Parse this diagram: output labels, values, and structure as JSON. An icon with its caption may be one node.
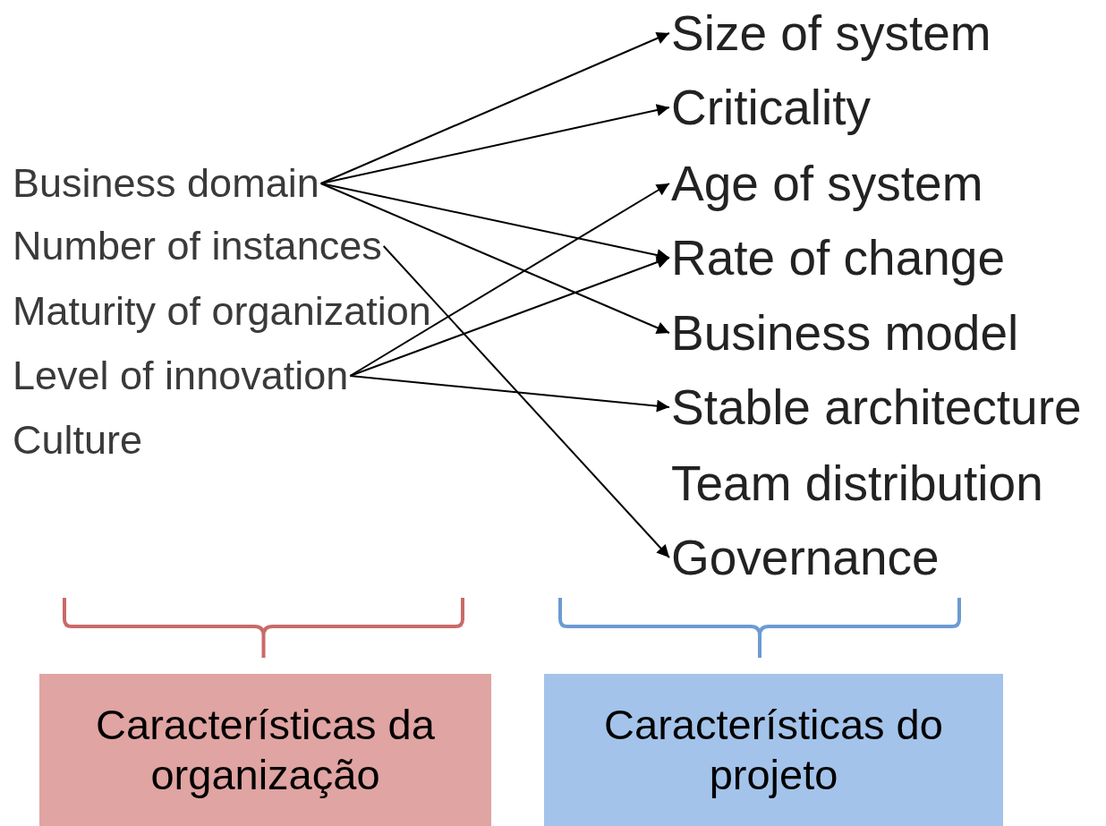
{
  "diagram": {
    "nodes": [
      {
        "text": [
          "Business domain"
        ]
      },
      {
        "text": [
          "Number of instances"
        ]
      },
      {
        "text": [
          "Maturity of organization"
        ]
      },
      {
        "text": [
          "Level of innovation"
        ]
      },
      {
        "text": [
          "Culture"
        ]
      },
      {
        "text": [
          "Size of system"
        ]
      },
      {
        "text": [
          "Criticality"
        ]
      },
      {
        "text": [
          "Age of system"
        ]
      },
      {
        "text": [
          "Rate of change"
        ]
      },
      {
        "text": [
          "Business model"
        ]
      },
      {
        "text": [
          "Stable architecture"
        ]
      },
      {
        "text": [
          "Team distribution"
        ]
      },
      {
        "text": [
          "Governance"
        ]
      },
      {
        "text": [
          "Características da organização"
        ]
      },
      {
        "text": [
          "Características do projeto"
        ]
      }
    ],
    "edges": [
      {
        "from": 0,
        "to": 5,
        "arrow": "to"
      },
      {
        "from": 0,
        "to": 6,
        "arrow": "to"
      },
      {
        "from": 0,
        "to": 8,
        "arrow": "to"
      },
      {
        "from": 0,
        "to": 9,
        "arrow": "to"
      },
      {
        "from": 1,
        "to": 12,
        "arrow": "to"
      },
      {
        "from": 3,
        "to": 7,
        "arrow": "to"
      },
      {
        "from": 3,
        "to": 8,
        "arrow": "to"
      },
      {
        "from": 3,
        "to": 10,
        "arrow": "to"
      }
    ]
  }
}
